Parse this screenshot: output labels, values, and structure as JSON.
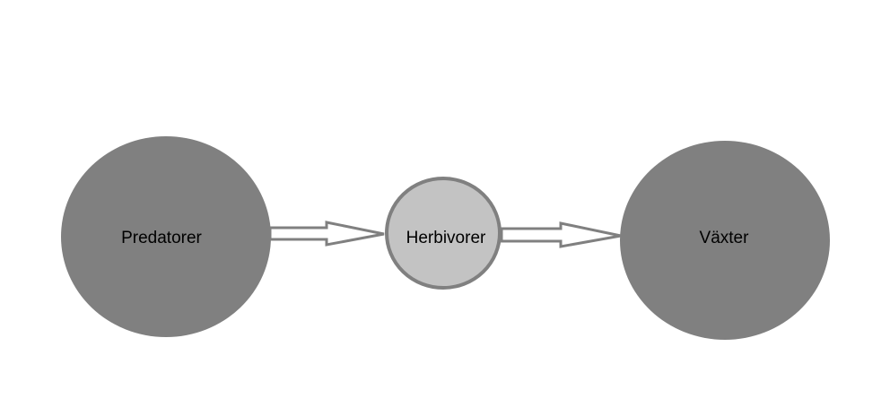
{
  "diagram": {
    "nodes": [
      {
        "id": "predatorer",
        "label": "Predatorer"
      },
      {
        "id": "herbivorer",
        "label": "Herbivorer"
      },
      {
        "id": "vaxter",
        "label": "Växter"
      }
    ],
    "edges": [
      {
        "from": "predatorer",
        "to": "herbivorer"
      },
      {
        "from": "herbivorer",
        "to": "vaxter"
      }
    ],
    "colors": {
      "large_node_fill": "#808080",
      "small_node_fill": "#c3c3c3",
      "small_node_stroke": "#808080",
      "arrow_stroke": "#808080",
      "arrow_fill": "#ffffff",
      "background": "#ffffff"
    }
  }
}
